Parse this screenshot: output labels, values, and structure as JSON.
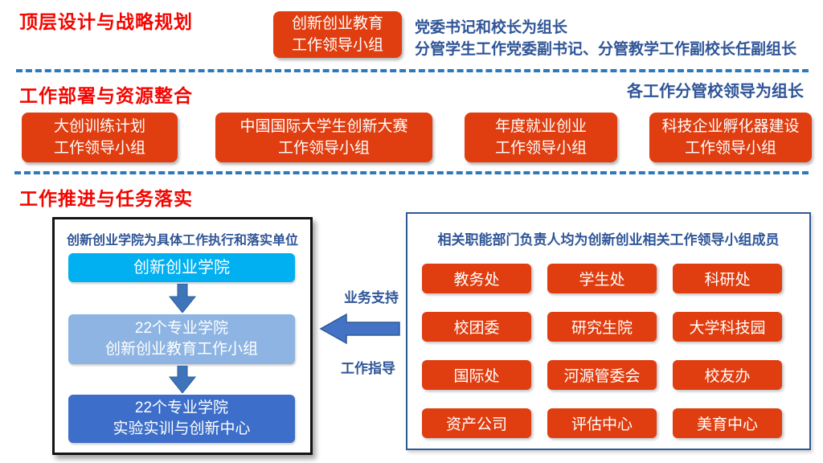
{
  "colors": {
    "heading_red": "#F20500",
    "box_red": "#E03E10",
    "dark_blue_text": "#2F5597",
    "divider_blue": "#2E78BC",
    "cyan_box": "#00B0F0",
    "light_blue_box": "#8DB4E2",
    "mid_blue_box": "#3D6EC9",
    "arrow_blue": "#4472C4"
  },
  "sections": {
    "top": {
      "heading": "顶层设计与战略规划",
      "leader_box": {
        "line1": "创新创业教育",
        "line2": "工作领导小组"
      },
      "note_line1": "党委书记和校长为组长",
      "note_line2": "分管学生工作党委副书记、分管教学工作副校长任副组长"
    },
    "middle": {
      "heading": "工作部署与资源整合",
      "note": "各工作分管校领导为组长",
      "groups": [
        {
          "line1": "大创训练计划",
          "line2": "工作领导小组"
        },
        {
          "line1": "中国国际大学生创新大赛",
          "line2": "工作领导小组"
        },
        {
          "line1": "年度就业创业",
          "line2": "工作领导小组"
        },
        {
          "line1": "科技企业孵化器建设",
          "line2": "工作领导小组"
        }
      ]
    },
    "bottom": {
      "heading": "工作推进与任务落实",
      "left_panel": {
        "title": "创新创业学院为具体工作执行和落实单位",
        "levels": [
          {
            "line1": "创新创业学院"
          },
          {
            "line1": "22个专业学院",
            "line2": "创新创业教育工作小组"
          },
          {
            "line1": "22个专业学院",
            "line2": "实验实训与创新中心"
          }
        ]
      },
      "connector": {
        "top_label": "业务支持",
        "bottom_label": "工作指导"
      },
      "right_panel": {
        "title": "相关职能部门负责人均为创新创业相关工作领导小组成员",
        "departments": [
          "教务处",
          "学生处",
          "科研处",
          "校团委",
          "研究生院",
          "大学科技园",
          "国际处",
          "河源管委会",
          "校友办",
          "资产公司",
          "评估中心",
          "美育中心"
        ]
      }
    }
  }
}
